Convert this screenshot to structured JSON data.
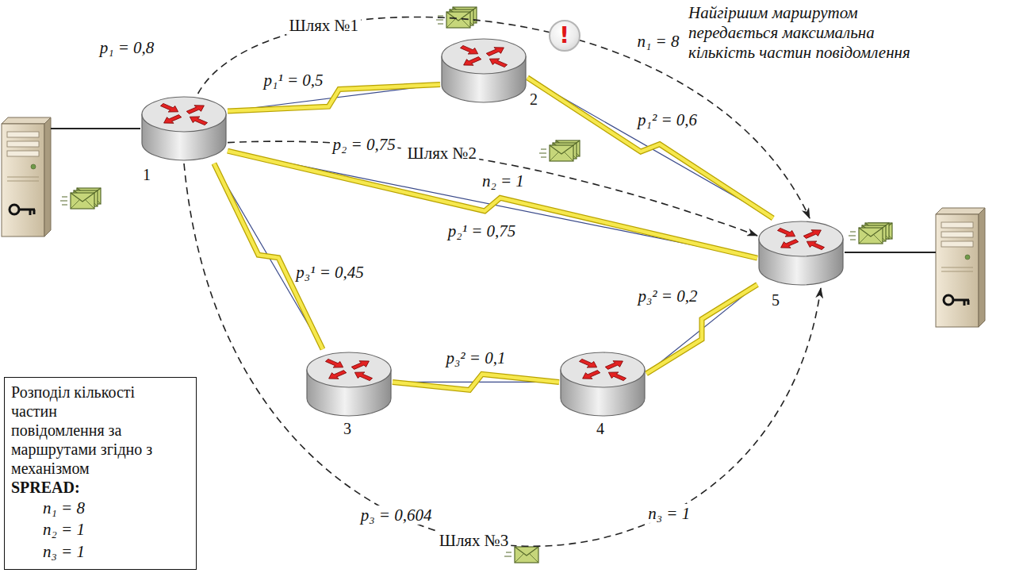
{
  "diagram": {
    "nodes": [
      {
        "text": [
          "1"
        ]
      },
      {
        "text": [
          "2"
        ]
      },
      {
        "text": [
          "3"
        ]
      },
      {
        "text": [
          "4"
        ]
      },
      {
        "text": [
          "5"
        ]
      },
      {
        "text": [
          "Розподіл кількості частин повідомлення за маршрутами згідно з механізмом",
          "SPREAD:",
          "n₁ = 8",
          "n₂ = 1",
          "n₃ = 1"
        ]
      }
    ],
    "edges": [
      {
        "from": 0,
        "to": 1,
        "arrow": "none",
        "label": "p₁¹ = 0,5"
      },
      {
        "from": 1,
        "to": 4,
        "arrow": "none",
        "label": "p₁² = 0,6"
      },
      {
        "from": 0,
        "to": 4,
        "arrow": "none",
        "label": "p₂¹ = 0,75"
      },
      {
        "from": 0,
        "to": 2,
        "arrow": "none",
        "label": "p₃¹ = 0,45"
      },
      {
        "from": 2,
        "to": 3,
        "arrow": "none",
        "label": "p₃² = 0,1"
      },
      {
        "from": 3,
        "to": 4,
        "arrow": "none",
        "label": "p₃² = 0,2"
      },
      {
        "from": 0,
        "to": 4,
        "arrow": "to",
        "label": "Шлях №1"
      },
      {
        "from": 0,
        "to": 4,
        "arrow": "to",
        "label": "Шлях №2"
      },
      {
        "from": 0,
        "to": 4,
        "arrow": "to",
        "label": "Шлях №3"
      }
    ],
    "labels": [
      "p₁ = 0,8",
      "!",
      "n₁ = 8",
      "Найгіршим маршрутом передається максимальна кількість частин повідомлення",
      "p₂ = 0,75",
      "n₂ = 1",
      "p₃ = 0,604",
      "n₃ = 1"
    ]
  }
}
